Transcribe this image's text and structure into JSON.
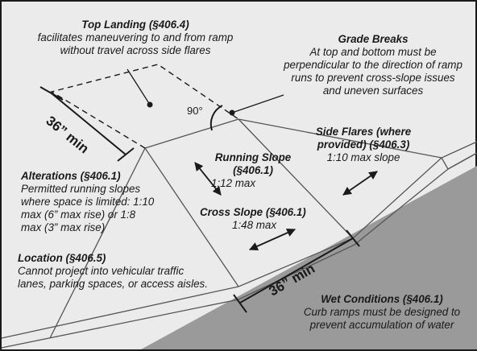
{
  "colors": {
    "background": "#ebebeb",
    "ground": "#9a9a9a",
    "frame": "#1a1a1a",
    "text": "#1a1a1a"
  },
  "angle_label": "90°",
  "dimensions": {
    "landing": "36” min",
    "bottom": "36” min"
  },
  "callouts": {
    "top_landing": {
      "title": "Top Landing (§406.4)",
      "body": "facilitates maneuvering to and from ramp without travel across side flares"
    },
    "grade_breaks": {
      "title": "Grade Breaks",
      "body": "At top and bottom must be perpendicular to the direction of ramp runs to prevent cross-slope issues and uneven surfaces"
    },
    "side_flares": {
      "title": "Side Flares (where provided) (§406.3)",
      "body": "1:10 max slope"
    },
    "running_slope": {
      "title": "Running Slope (§406.1)",
      "body": "1:12 max"
    },
    "cross_slope": {
      "title": "Cross Slope (§406.1)",
      "body": "1:48 max"
    },
    "alterations": {
      "title": "Alterations (§406.1)",
      "body": "Permitted running slopes where space is limited: 1:10 max (6” max rise) or 1:8 max (3” max rise)"
    },
    "location": {
      "title": "Location (§406.5)",
      "body": "Cannot project into vehicular traffic lanes, parking spaces, or access aisles."
    },
    "wet_conditions": {
      "title": "Wet Conditions (§406.1)",
      "body": "Curb ramps must be designed to prevent accumulation of water"
    }
  }
}
